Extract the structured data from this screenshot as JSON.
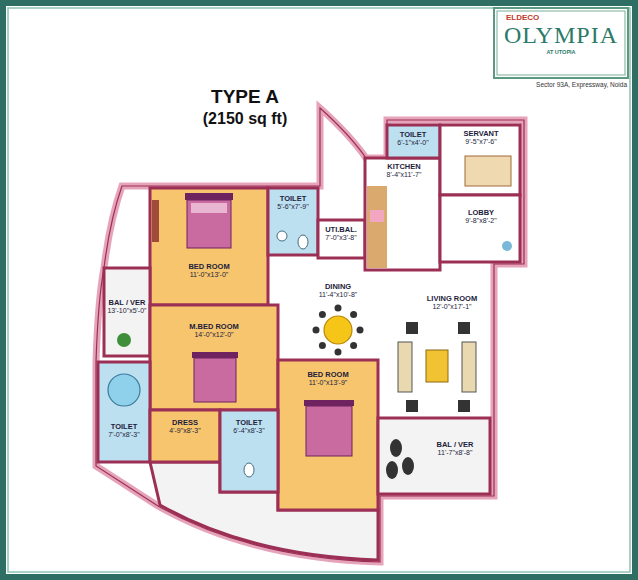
{
  "diagram": {
    "title": "TYPE A",
    "nodes": [
      {
        "text": [
          "ELDECO",
          "OLYMPIA",
          "AT UTOPIA"
        ]
      },
      {
        "text": [
          "TOILET",
          "6'-1\"x4'-0\""
        ]
      },
      {
        "text": [
          "SERVANT",
          "9'-5\"x7'-6\""
        ]
      },
      {
        "text": [
          "KITCHEN",
          "8'-4\"x11'-7\""
        ]
      },
      {
        "text": [
          "TOILET",
          "5'-6\"x7'-9\""
        ]
      },
      {
        "text": [
          "UTI.BAL.",
          "7'-0\"x3'-8\""
        ]
      },
      {
        "text": [
          "BED ROOM",
          "11'-0\"x13'-0\""
        ]
      },
      {
        "text": [
          "LOBBY",
          "9'-8\"x8'-2\""
        ]
      },
      {
        "text": [
          "DINING",
          "11'-4\"x10'-8\""
        ]
      },
      {
        "text": [
          "LIVING ROOM",
          "12'-0\"x17'-1\""
        ]
      },
      {
        "text": [
          "BAL / VER",
          "13'-10\"x5'-0\""
        ]
      },
      {
        "text": [
          "M.BED ROOM",
          "14'-0\"x12'-0\""
        ]
      },
      {
        "text": [
          "BED ROOM",
          "11'-0\"x13'-9\""
        ]
      },
      {
        "text": [
          "TOILET",
          "7'-0\"x8'-3\""
        ]
      },
      {
        "text": [
          "DRESS",
          "4'-9\"x8'-3\""
        ]
      },
      {
        "text": [
          "TOILET",
          "6'-4\"x8'-3\""
        ]
      },
      {
        "text": [
          "BAL / VER",
          "11'-7\"x8'-8\""
        ]
      }
    ],
    "labels": [
      "(2150 sq ft)",
      "Sector 93A, Expressway, Noida"
    ]
  }
}
